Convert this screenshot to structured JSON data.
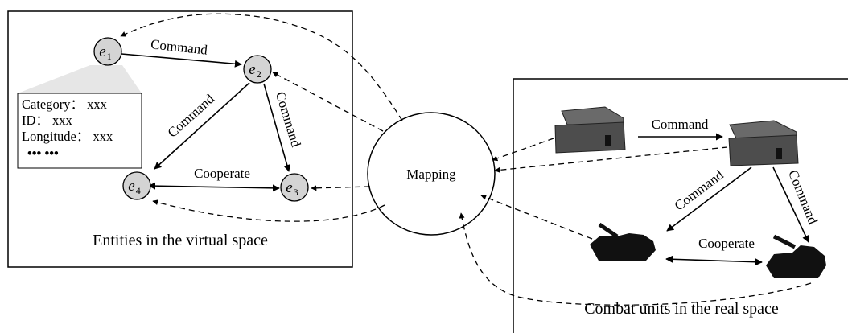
{
  "virtual_panel": {
    "title": "Entities in the virtual space",
    "nodes": [
      {
        "id": "e1",
        "base": "e",
        "sub": "1"
      },
      {
        "id": "e2",
        "base": "e",
        "sub": "2"
      },
      {
        "id": "e3",
        "base": "e",
        "sub": "3"
      },
      {
        "id": "e4",
        "base": "e",
        "sub": "4"
      }
    ],
    "edges": [
      {
        "from": "e1",
        "to": "e2",
        "label": "Command"
      },
      {
        "from": "e2",
        "to": "e4",
        "label": "Command"
      },
      {
        "from": "e2",
        "to": "e3",
        "label": "Command"
      },
      {
        "from": "e4",
        "to": "e3",
        "label": "Cooperate"
      }
    ],
    "info_box": {
      "lines": [
        "Category： xxx",
        "ID： xxx",
        "Longitude： xxx",
        "•••  •••"
      ]
    }
  },
  "mapping": {
    "label": "Mapping"
  },
  "real_panel": {
    "title": "Combat units in the real space",
    "edges": [
      {
        "from": "hq-left",
        "to": "hq-right",
        "label": "Command"
      },
      {
        "from": "hq-right",
        "to": "tank-left",
        "label": "Command"
      },
      {
        "from": "hq-right",
        "to": "tank-right",
        "label": "Command"
      },
      {
        "from": "tank-left",
        "to": "tank-right",
        "label": "Cooperate"
      }
    ]
  }
}
